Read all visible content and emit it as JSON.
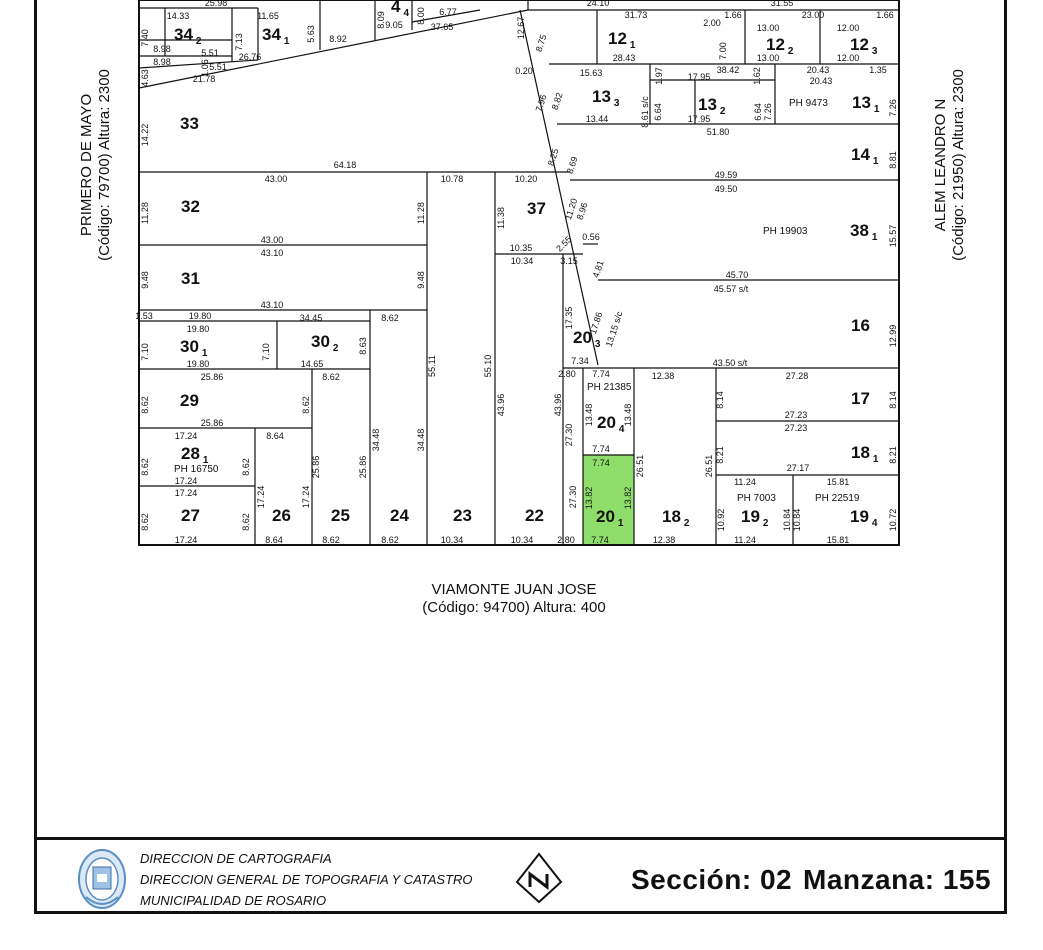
{
  "streets": {
    "left": {
      "name": "PRIMERO DE MAYO",
      "code_line": "(Código: 79700) Altura: 2300"
    },
    "right": {
      "name": "ALEM LEANDRO N",
      "code_line": "(Código: 21950) Altura: 2300"
    },
    "bottom": {
      "name": "VIAMONTE JUAN JOSE",
      "code_line": "(Código: 94700) Altura: 400"
    }
  },
  "footer": {
    "line1": "DIRECCION DE CARTOGRAFIA",
    "line2": "DIRECCION GENERAL DE TOPOGRAFIA Y CATASTRO",
    "line3": "MUNICIPALIDAD DE ROSARIO",
    "seccion": "Sección: 02",
    "manzana": "Manzana: 155",
    "emblem_icon": "municipal-seal-icon",
    "north_icon": "north-arrow-icon"
  },
  "colors": {
    "highlight": "#8fdd6a",
    "line": "#111111"
  },
  "lots": [
    {
      "n": "34",
      "s": "2"
    },
    {
      "n": "34",
      "s": "1"
    },
    {
      "n": "4",
      "s": "4"
    },
    {
      "n": "12",
      "s": "1"
    },
    {
      "n": "12",
      "s": "2"
    },
    {
      "n": "12",
      "s": "3"
    },
    {
      "n": "13",
      "s": "3"
    },
    {
      "n": "13",
      "s": "2"
    },
    {
      "n": "13",
      "s": "1"
    },
    {
      "n": "33",
      "s": ""
    },
    {
      "n": "14",
      "s": "1"
    },
    {
      "n": "32",
      "s": ""
    },
    {
      "n": "37",
      "s": ""
    },
    {
      "n": "38",
      "s": "1"
    },
    {
      "n": "31",
      "s": ""
    },
    {
      "n": "30",
      "s": "1"
    },
    {
      "n": "30",
      "s": "2"
    },
    {
      "n": "20",
      "s": "3"
    },
    {
      "n": "16",
      "s": ""
    },
    {
      "n": "29",
      "s": ""
    },
    {
      "n": "20",
      "s": "4"
    },
    {
      "n": "17",
      "s": ""
    },
    {
      "n": "28",
      "s": "1"
    },
    {
      "n": "18",
      "s": "1"
    },
    {
      "n": "27",
      "s": ""
    },
    {
      "n": "26",
      "s": ""
    },
    {
      "n": "25",
      "s": ""
    },
    {
      "n": "24",
      "s": ""
    },
    {
      "n": "23",
      "s": ""
    },
    {
      "n": "22",
      "s": ""
    },
    {
      "n": "20",
      "s": "1"
    },
    {
      "n": "18",
      "s": "2"
    },
    {
      "n": "19",
      "s": "2"
    },
    {
      "n": "19",
      "s": "4"
    }
  ],
  "ph_labels": [
    "PH 9473",
    "PH 19903",
    "PH 21385",
    "PH 16750",
    "PH 7003",
    "PH 22519"
  ],
  "dims": [
    "25.98",
    "14.33",
    "11.65",
    "24.10",
    "31.73",
    "31.55",
    "7.40",
    "8.98",
    "8.98",
    "5.63",
    "8.92",
    "9.05",
    "37.65",
    "6.77",
    "12.67",
    "28.43",
    "13.00",
    "13.00",
    "12.00",
    "12.00",
    "15.63",
    "17.95",
    "38.42",
    "20.43",
    "1.35",
    "13.44",
    "17.95",
    "20.43",
    "51.80",
    "64.18",
    "43.00",
    "10.78",
    "10.20",
    "49.59",
    "49.50",
    "11.28",
    "11.28",
    "11.38",
    "43.00",
    "43.10",
    "10.35",
    "10.34",
    "2.55",
    "0.56",
    "3.15",
    "45.70",
    "45.57 s/t",
    "9.48",
    "9.48",
    "43.10",
    "1.53",
    "19.80",
    "19.80",
    "34.45",
    "8.62",
    "7.10",
    "7.10",
    "19.80",
    "14.65",
    "8.63",
    "55.11",
    "55.10",
    "17.35",
    "7.34",
    "43.50 s/t",
    "25.86",
    "8.62",
    "2.80",
    "7.74",
    "12.38",
    "27.28",
    "8.62",
    "8.62",
    "43.96",
    "43.96",
    "13.48",
    "13.48",
    "8.14",
    "8.14",
    "25.86",
    "27.23",
    "27.23",
    "17.24",
    "8.64",
    "34.48",
    "34.48",
    "27.30",
    "7.74",
    "26.51",
    "26.51",
    "8.21",
    "8.21",
    "8.62",
    "8.62",
    "25.86",
    "25.86",
    "17.24",
    "17.24",
    "17.24",
    "7.74",
    "27.17",
    "17.24",
    "13.82",
    "13.82",
    "11.24",
    "15.81",
    "8.62",
    "8.62",
    "27.30",
    "10.92",
    "10.84",
    "10.84",
    "10.72",
    "17.24",
    "8.64",
    "8.62",
    "8.62",
    "10.34",
    "10.34",
    "2.80",
    "7.74",
    "12.38",
    "11.24",
    "15.81",
    "14.22",
    "4.63",
    "21.78",
    "26.76",
    "7.13",
    "5.51",
    "8.09",
    "8.00",
    "0.20",
    "8.75",
    "8.82",
    "7.96",
    "8.61 s/c",
    "6.64",
    "6.64",
    "7.26",
    "7.26",
    "8.25",
    "8.69",
    "8.81",
    "8.96",
    "11.20",
    "15.57",
    "4.81",
    "17.86",
    "13.15 s/c",
    "12.99",
    "2.00",
    "7.00",
    "1.66",
    "23.00",
    "1.66",
    "1.97",
    "1.62",
    "1.06",
    "5.51"
  ]
}
